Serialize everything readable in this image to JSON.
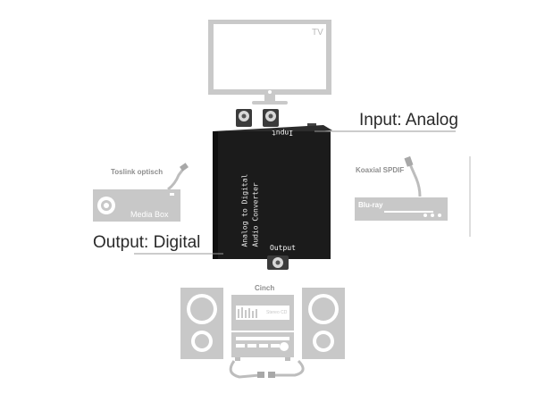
{
  "tv": {
    "label": "TV"
  },
  "converter": {
    "input_port_label": "Input",
    "output_port_label": "Output",
    "front_text_line1": "Analog to Digital",
    "front_text_line2": "Audio Converter"
  },
  "callouts": {
    "input": "Input: Analog",
    "output": "Output: Digital"
  },
  "media_box": {
    "caption": "Toslink optisch",
    "label": "Media Box"
  },
  "bluray": {
    "caption": "Koaxial SPDIF",
    "label": "Blu-ray"
  },
  "stereo": {
    "caption": "Cinch",
    "display_text": "Stereo CD"
  },
  "colors": {
    "device_gray": "#c8c8c8",
    "converter_body": "#1a1a1a",
    "text_dark": "#2a2a2a"
  }
}
